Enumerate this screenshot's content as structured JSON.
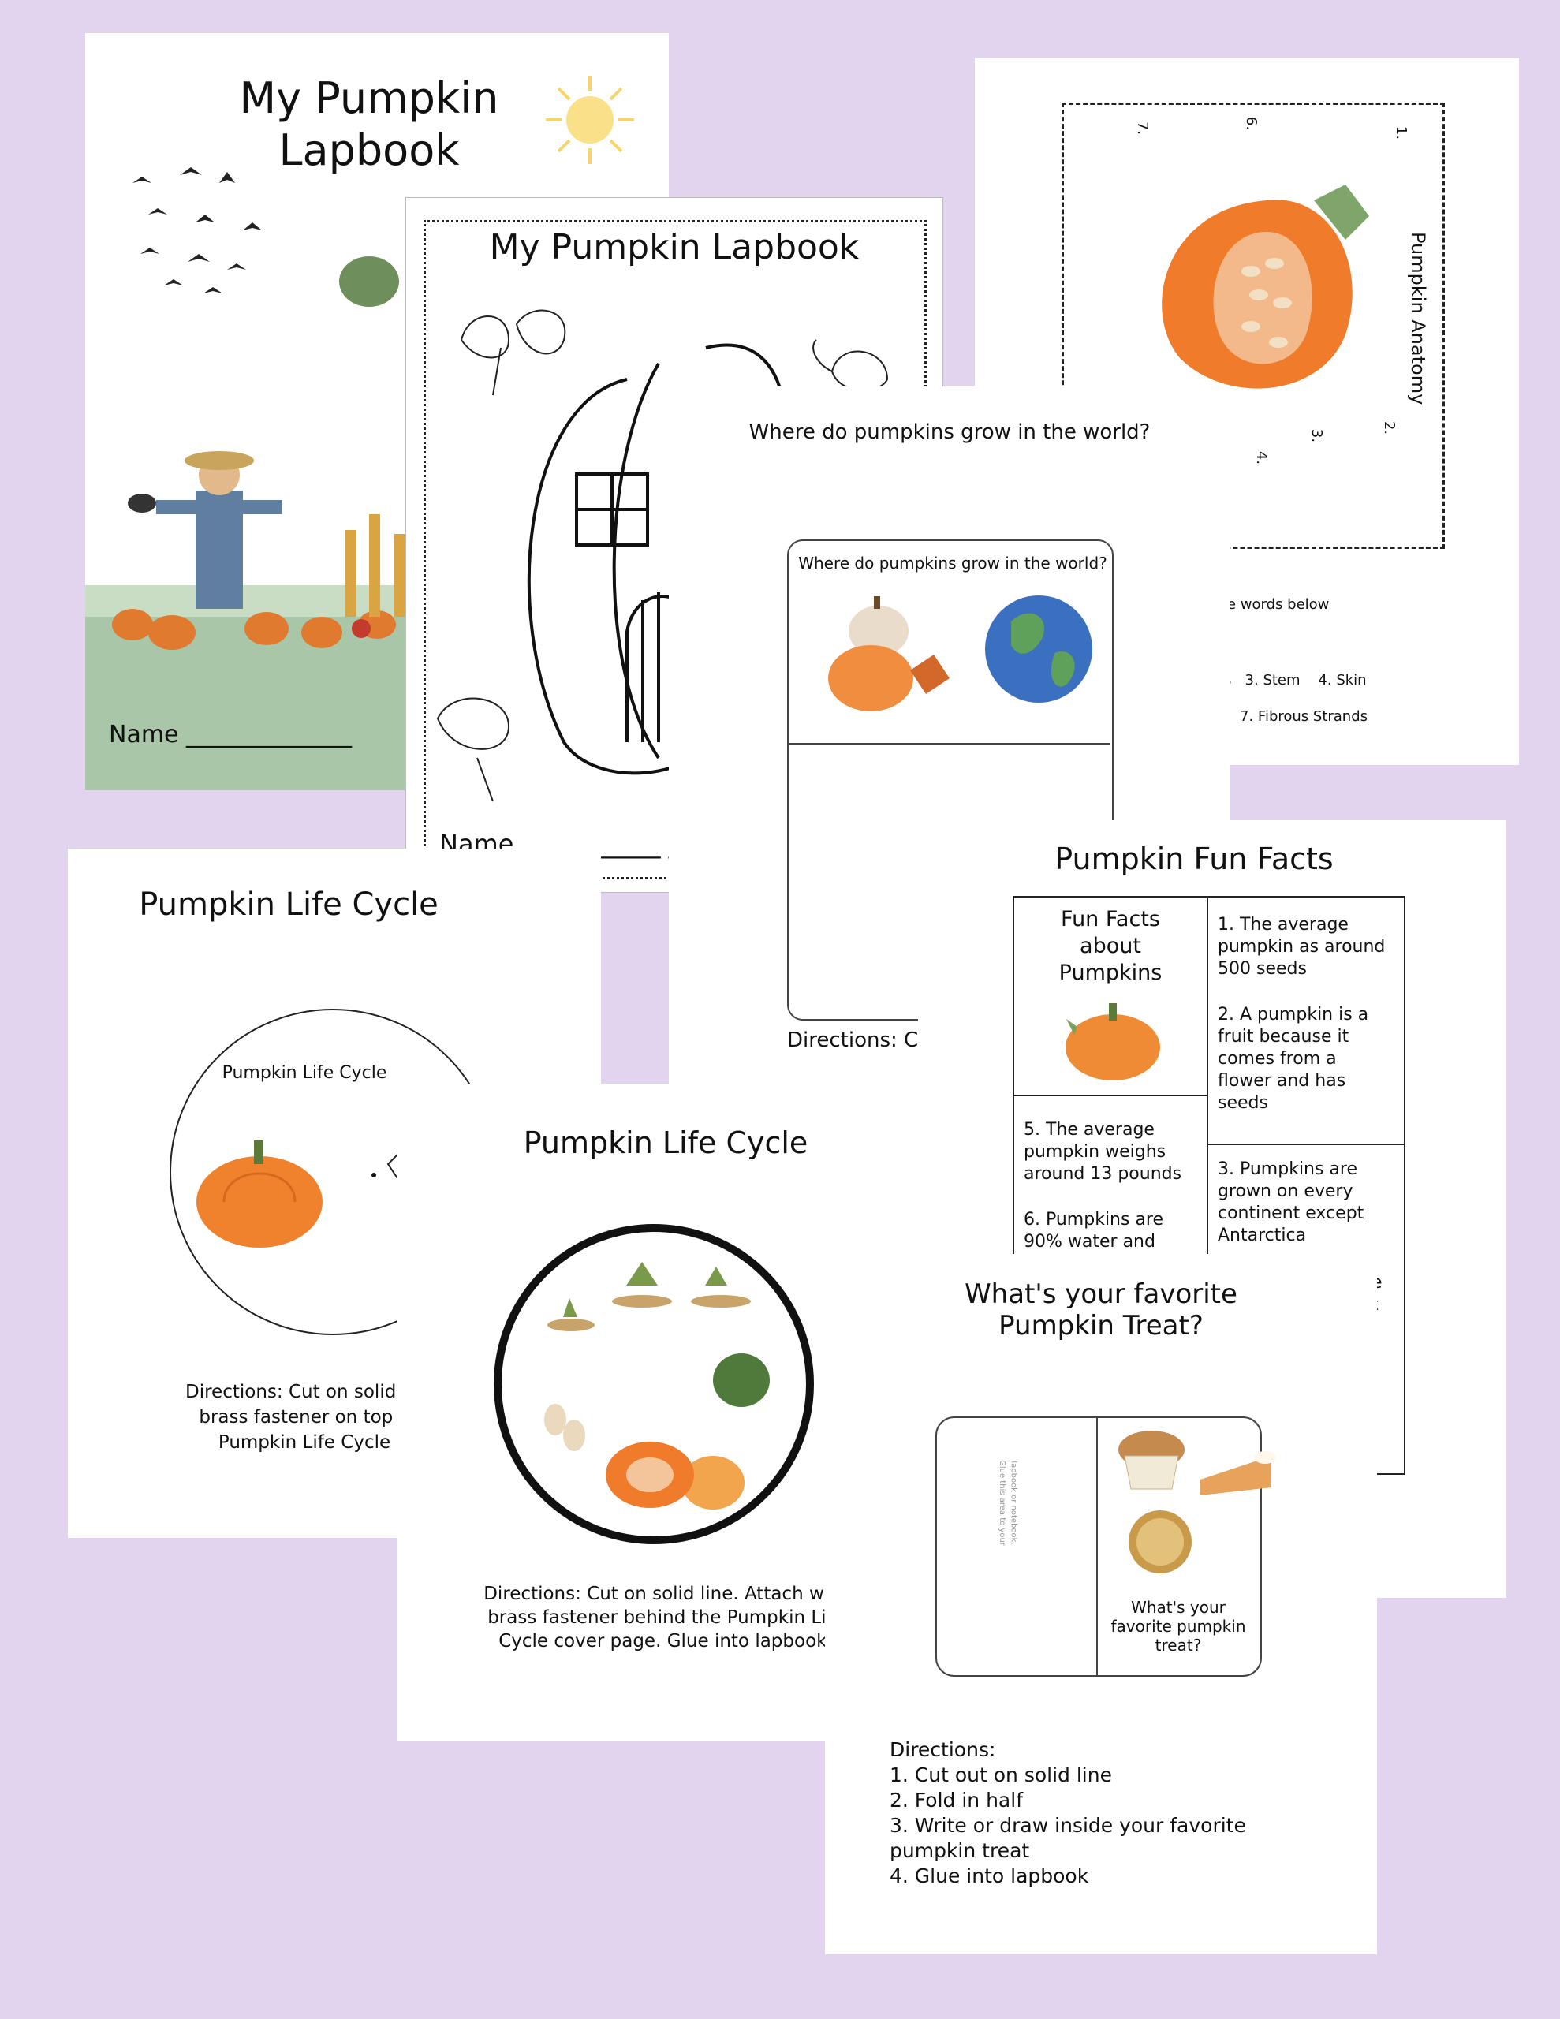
{
  "cover_color": {
    "title_line1": "My Pumpkin",
    "title_line2": "Lapbook",
    "name_line": "Name ______________"
  },
  "cover_bw": {
    "title": "My Pumpkin Lapbook",
    "name_line": "Name ___________ ____"
  },
  "anatomy": {
    "rotated_title": "Pumpkin Anatomy",
    "numbers": [
      "1.",
      "2.",
      "3.",
      "4.",
      "6.",
      "7."
    ],
    "words_below": "e words below",
    "word_bank_row1": "s   3. Stem    4. Skin",
    "word_bank_row2": "7. Fibrous Strands"
  },
  "world": {
    "title": "Where do pumpkins grow in the world?",
    "card_title": "Where do pumpkins grow in the world?",
    "directions": "Directions: C"
  },
  "life_cycle_cover": {
    "title": "Pumpkin Life Cycle",
    "wheel_label": "Pumpkin Life Cycle",
    "directions_l1": "Directions: Cut on solid lin",
    "directions_l2": "brass fastener on top o",
    "directions_l3": "Pumpkin Life Cycle"
  },
  "life_cycle": {
    "title": "Pumpkin Life Cycle",
    "directions_l1": "Directions: Cut on solid line. Attach with",
    "directions_l2": "brass fastener behind the Pumpkin Life",
    "directions_l3": "Cycle cover page. Glue into lapbook."
  },
  "fun_facts": {
    "title": "Pumpkin Fun Facts",
    "cell_title_l1": "Fun Facts",
    "cell_title_l2": "about",
    "cell_title_l3": "Pumpkins",
    "fact1_l1": "1. The average",
    "fact1_l2": "pumpkin as around",
    "fact1_l3": "500 seeds",
    "fact2_l1": "2. A pumpkin is a",
    "fact2_l2": "fruit because it",
    "fact2_l3": "comes from a",
    "fact2_l4": "flower and has",
    "fact2_l5": "seeds",
    "fact3_l1": "3. Pumpkins are",
    "fact3_l2": "grown on every",
    "fact3_l3": "continent except",
    "fact3_l4": "Antarctica",
    "fact5_l1": "5. The average",
    "fact5_l2": "pumpkin weighs",
    "fact5_l3": "around 13 pounds",
    "fact6_l1": "6. Pumpkins are",
    "fact6_l2": "90% water and",
    "edge_e": "e",
    "edge_t": "t"
  },
  "treat": {
    "title_l1": "What's your favorite",
    "title_l2": "Pumpkin Treat?",
    "glue_note_l1": "Glue this area to your",
    "glue_note_l2": "lapbook or notebook.",
    "card_l1": "What's your",
    "card_l2": "favorite pumpkin",
    "card_l3": "treat?",
    "dir_head": "Directions:",
    "dir1": "1. Cut out on solid line",
    "dir2": "2. Fold in half",
    "dir3": "3. Write or draw inside your favorite",
    "dir3b": "pumpkin treat",
    "dir4": "4. Glue into lapbook"
  }
}
